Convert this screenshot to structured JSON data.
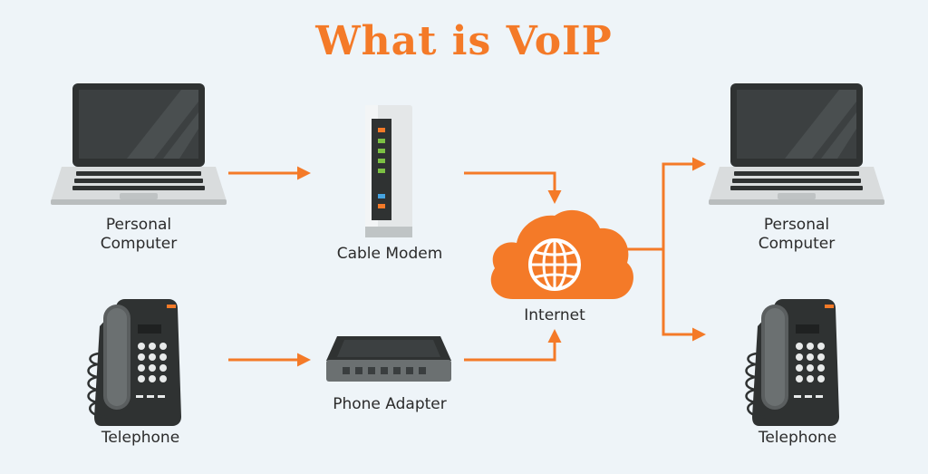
{
  "title": "What is VoIP",
  "colors": {
    "accent": "#f47a28",
    "device_dark": "#2f3232",
    "screen": "#3c4041",
    "laptop_base": "#d9dcdd",
    "background": "#eef4f8"
  },
  "nodes": {
    "left_computer": {
      "line1": "Personal",
      "line2": "Computer",
      "icon": "laptop-icon"
    },
    "left_telephone": {
      "label": "Telephone",
      "icon": "desk-phone-icon"
    },
    "cable_modem": {
      "label": "Cable Modem",
      "icon": "cable-modem-icon"
    },
    "phone_adapter": {
      "label": "Phone Adapter",
      "icon": "phone-adapter-icon"
    },
    "internet": {
      "label": "Internet",
      "icon": "cloud-globe-icon"
    },
    "right_computer": {
      "line1": "Personal",
      "line2": "Computer",
      "icon": "laptop-icon"
    },
    "right_telephone": {
      "label": "Telephone",
      "icon": "desk-phone-icon"
    }
  }
}
